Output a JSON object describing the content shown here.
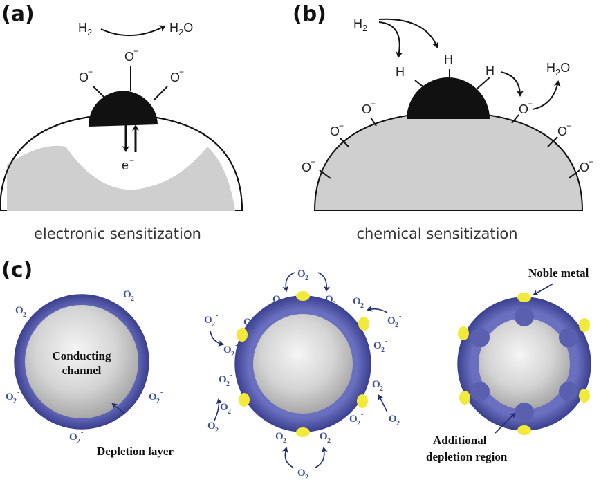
{
  "panels": {
    "a": {
      "label": "(a)",
      "reactant": "H",
      "reactant_sub": "2",
      "product": "H",
      "product_sub": "2",
      "product_tail": "O",
      "ion": "O",
      "ion_charge": "−",
      "electron": "e",
      "electron_charge": "−",
      "caption": "electronic sensitization"
    },
    "b": {
      "label": "(b)",
      "reactant": "H",
      "reactant_sub": "2",
      "hydrogen": "H",
      "ion": "O",
      "ion_charge": "−",
      "product": "H",
      "product_sub": "2",
      "product_tail": "O",
      "caption": "chemical sensitization"
    },
    "c": {
      "label": "(c)",
      "oxygen": "O",
      "oxygen_sub": "2",
      "ion_charge": "-",
      "conducting_channel": [
        "Conducting",
        "channel"
      ],
      "depletion_layer": "Depletion layer",
      "noble_metal": "Noble metal",
      "additional_depletion": [
        "Additional",
        "depletion region"
      ]
    }
  },
  "colors": {
    "shell": "#4a4f9e",
    "core": "#d6d6d6",
    "noble_metal": "#f2ea3a",
    "sensor_gray": "#cfcfcf",
    "text_blue": "#3d4f9a"
  }
}
